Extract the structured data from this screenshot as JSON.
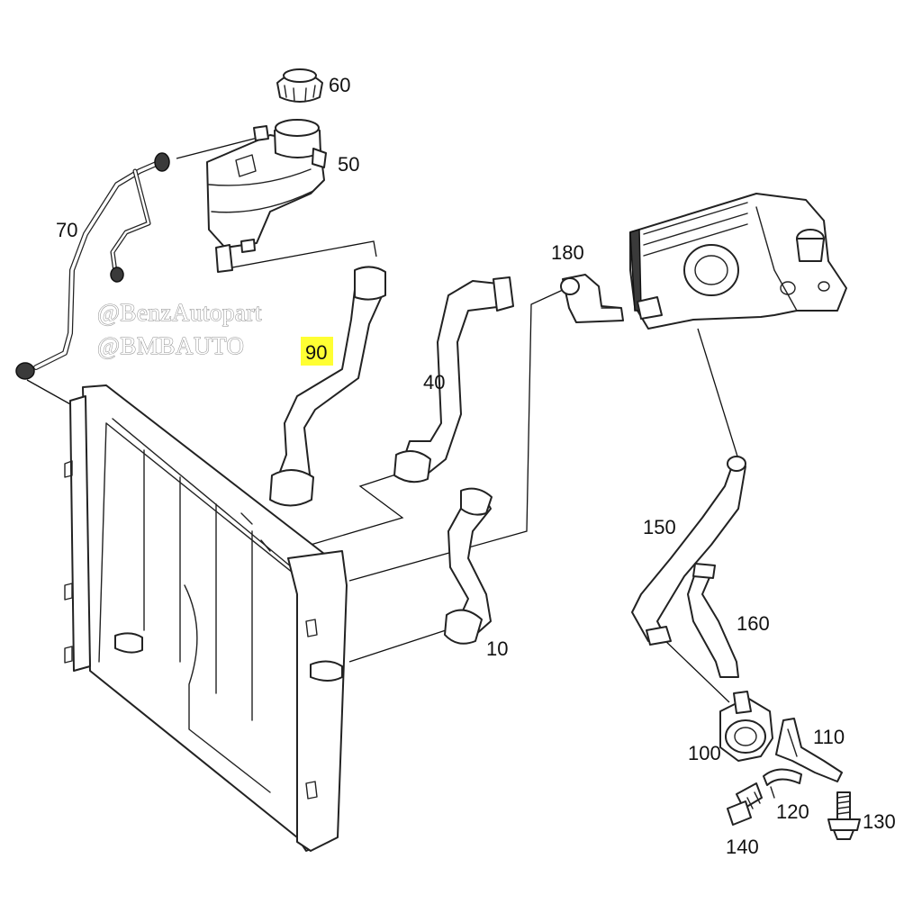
{
  "watermark": {
    "line1": "@BenzAutopart",
    "line2": "@BMBAUTO"
  },
  "highlight": {
    "part": "90",
    "color": "#ffff33"
  },
  "callouts": {
    "c10": "10",
    "c40": "40",
    "c50": "50",
    "c60": "60",
    "c70": "70",
    "c90": "90",
    "c100": "100",
    "c110": "110",
    "c120": "120",
    "c130": "130",
    "c140": "140",
    "c150": "150",
    "c160": "160",
    "c180": "180"
  }
}
